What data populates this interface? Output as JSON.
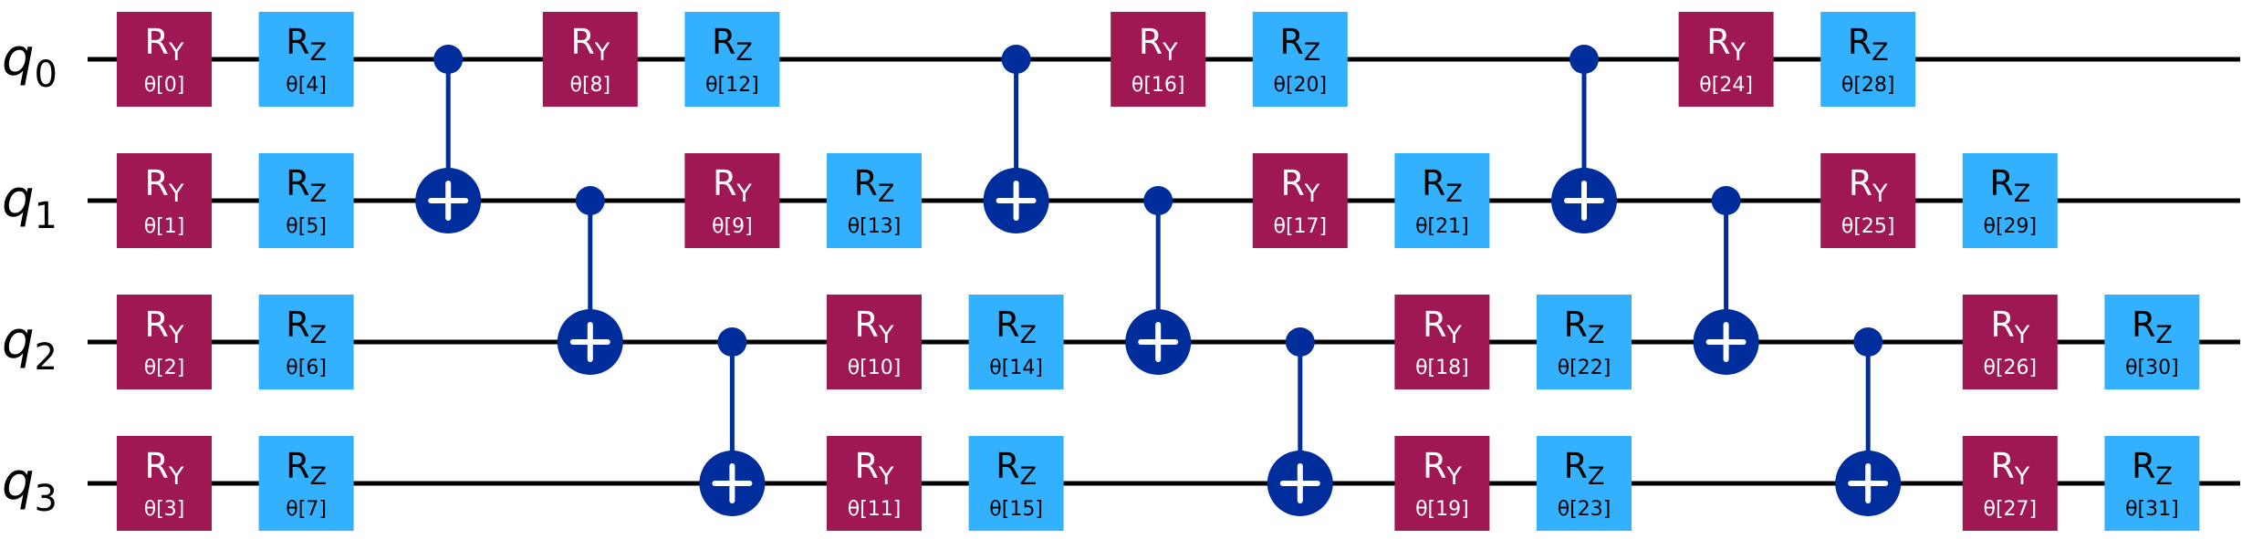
{
  "qubits": [
    {
      "base": "q",
      "index": "0"
    },
    {
      "base": "q",
      "index": "1"
    },
    {
      "base": "q",
      "index": "2"
    },
    {
      "base": "q",
      "index": "3"
    }
  ],
  "colors": {
    "wire": "#000000",
    "ry_fill": "#9f1853",
    "rz_fill": "#33b1ff",
    "cx_fill": "#002d9c",
    "gate_text": "#ffffff",
    "rz_text": "#000000"
  },
  "gates": [
    {
      "type": "RY",
      "base": "R",
      "sub": "Y",
      "param": "θ[0]",
      "qubit": 0,
      "col": 0
    },
    {
      "type": "RY",
      "base": "R",
      "sub": "Y",
      "param": "θ[1]",
      "qubit": 1,
      "col": 0
    },
    {
      "type": "RY",
      "base": "R",
      "sub": "Y",
      "param": "θ[2]",
      "qubit": 2,
      "col": 0
    },
    {
      "type": "RY",
      "base": "R",
      "sub": "Y",
      "param": "θ[3]",
      "qubit": 3,
      "col": 0
    },
    {
      "type": "RZ",
      "base": "R",
      "sub": "Z",
      "param": "θ[4]",
      "qubit": 0,
      "col": 1
    },
    {
      "type": "RZ",
      "base": "R",
      "sub": "Z",
      "param": "θ[5]",
      "qubit": 1,
      "col": 1
    },
    {
      "type": "RZ",
      "base": "R",
      "sub": "Z",
      "param": "θ[6]",
      "qubit": 2,
      "col": 1
    },
    {
      "type": "RZ",
      "base": "R",
      "sub": "Z",
      "param": "θ[7]",
      "qubit": 3,
      "col": 1
    },
    {
      "type": "CX",
      "control": 0,
      "target": 1,
      "col": 2
    },
    {
      "type": "RY",
      "base": "R",
      "sub": "Y",
      "param": "θ[8]",
      "qubit": 0,
      "col": 3
    },
    {
      "type": "CX",
      "control": 1,
      "target": 2,
      "col": 3
    },
    {
      "type": "RZ",
      "base": "R",
      "sub": "Z",
      "param": "θ[12]",
      "qubit": 0,
      "col": 4
    },
    {
      "type": "RY",
      "base": "R",
      "sub": "Y",
      "param": "θ[9]",
      "qubit": 1,
      "col": 4
    },
    {
      "type": "CX",
      "control": 2,
      "target": 3,
      "col": 4
    },
    {
      "type": "RZ",
      "base": "R",
      "sub": "Z",
      "param": "θ[13]",
      "qubit": 1,
      "col": 5
    },
    {
      "type": "RY",
      "base": "R",
      "sub": "Y",
      "param": "θ[10]",
      "qubit": 2,
      "col": 5
    },
    {
      "type": "RY",
      "base": "R",
      "sub": "Y",
      "param": "θ[11]",
      "qubit": 3,
      "col": 5
    },
    {
      "type": "RZ",
      "base": "R",
      "sub": "Z",
      "param": "θ[14]",
      "qubit": 2,
      "col": 6
    },
    {
      "type": "RZ",
      "base": "R",
      "sub": "Z",
      "param": "θ[15]",
      "qubit": 3,
      "col": 6
    },
    {
      "type": "CX",
      "control": 0,
      "target": 1,
      "col": 6
    },
    {
      "type": "RY",
      "base": "R",
      "sub": "Y",
      "param": "θ[16]",
      "qubit": 0,
      "col": 7
    },
    {
      "type": "CX",
      "control": 1,
      "target": 2,
      "col": 7
    },
    {
      "type": "RZ",
      "base": "R",
      "sub": "Z",
      "param": "θ[20]",
      "qubit": 0,
      "col": 8
    },
    {
      "type": "RY",
      "base": "R",
      "sub": "Y",
      "param": "θ[17]",
      "qubit": 1,
      "col": 8
    },
    {
      "type": "CX",
      "control": 2,
      "target": 3,
      "col": 8
    },
    {
      "type": "RZ",
      "base": "R",
      "sub": "Z",
      "param": "θ[21]",
      "qubit": 1,
      "col": 9
    },
    {
      "type": "RY",
      "base": "R",
      "sub": "Y",
      "param": "θ[18]",
      "qubit": 2,
      "col": 9
    },
    {
      "type": "RY",
      "base": "R",
      "sub": "Y",
      "param": "θ[19]",
      "qubit": 3,
      "col": 9
    },
    {
      "type": "RZ",
      "base": "R",
      "sub": "Z",
      "param": "θ[22]",
      "qubit": 2,
      "col": 10
    },
    {
      "type": "RZ",
      "base": "R",
      "sub": "Z",
      "param": "θ[23]",
      "qubit": 3,
      "col": 10
    },
    {
      "type": "CX",
      "control": 0,
      "target": 1,
      "col": 10
    },
    {
      "type": "RY",
      "base": "R",
      "sub": "Y",
      "param": "θ[24]",
      "qubit": 0,
      "col": 11
    },
    {
      "type": "CX",
      "control": 1,
      "target": 2,
      "col": 11
    },
    {
      "type": "RZ",
      "base": "R",
      "sub": "Z",
      "param": "θ[28]",
      "qubit": 0,
      "col": 12
    },
    {
      "type": "RY",
      "base": "R",
      "sub": "Y",
      "param": "θ[25]",
      "qubit": 1,
      "col": 12
    },
    {
      "type": "CX",
      "control": 2,
      "target": 3,
      "col": 12
    },
    {
      "type": "RZ",
      "base": "R",
      "sub": "Z",
      "param": "θ[29]",
      "qubit": 1,
      "col": 13
    },
    {
      "type": "RY",
      "base": "R",
      "sub": "Y",
      "param": "θ[26]",
      "qubit": 2,
      "col": 13
    },
    {
      "type": "RY",
      "base": "R",
      "sub": "Y",
      "param": "θ[27]",
      "qubit": 3,
      "col": 13
    },
    {
      "type": "RZ",
      "base": "R",
      "sub": "Z",
      "param": "θ[30]",
      "qubit": 2,
      "col": 14
    },
    {
      "type": "RZ",
      "base": "R",
      "sub": "Z",
      "param": "θ[31]",
      "qubit": 3,
      "col": 14
    }
  ]
}
